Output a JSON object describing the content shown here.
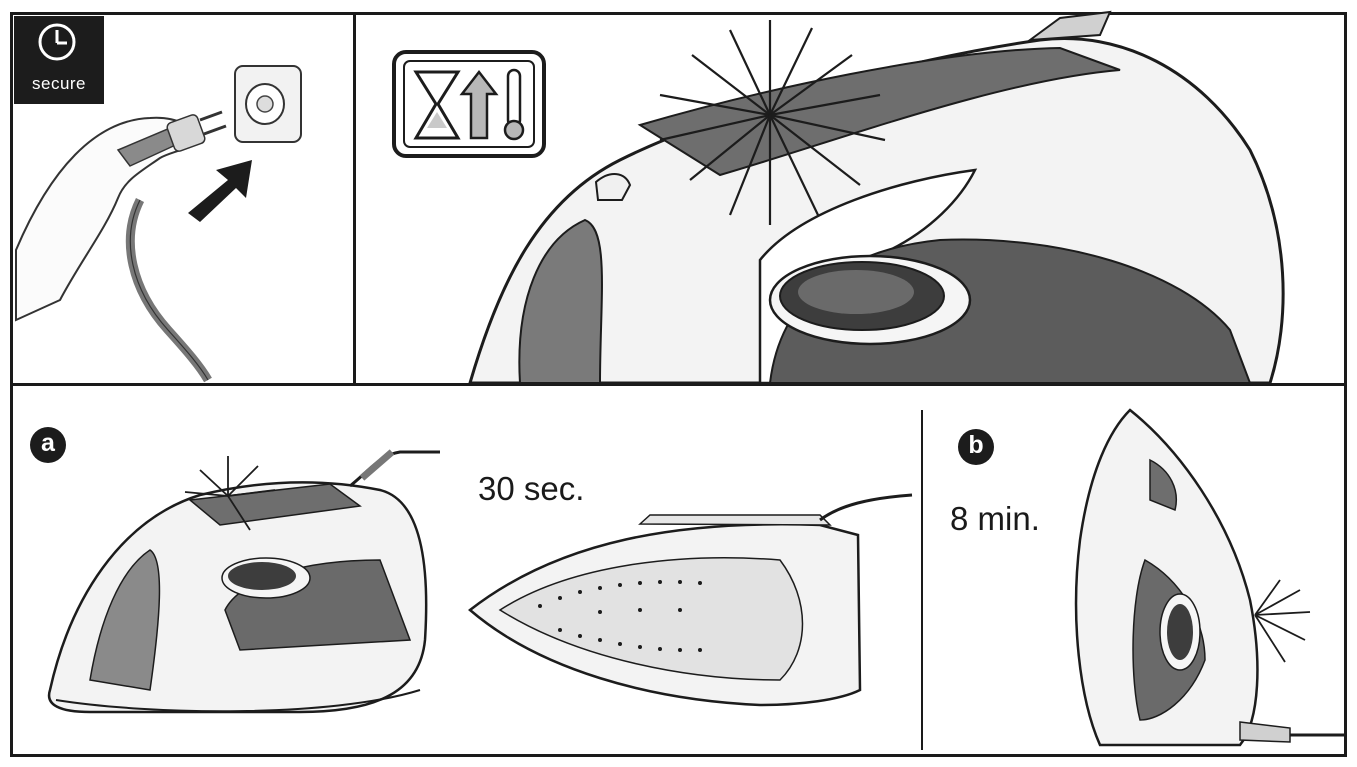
{
  "top_left": {
    "badge_text": "secure",
    "badge_icon": "clock-icon"
  },
  "top_right": {
    "indicator_icons": [
      "hourglass-icon",
      "arrow-up-icon",
      "thermometer-icon"
    ]
  },
  "panel_a": {
    "step": "a",
    "time": "30 sec."
  },
  "panel_b": {
    "step": "b",
    "time": "8 min."
  }
}
